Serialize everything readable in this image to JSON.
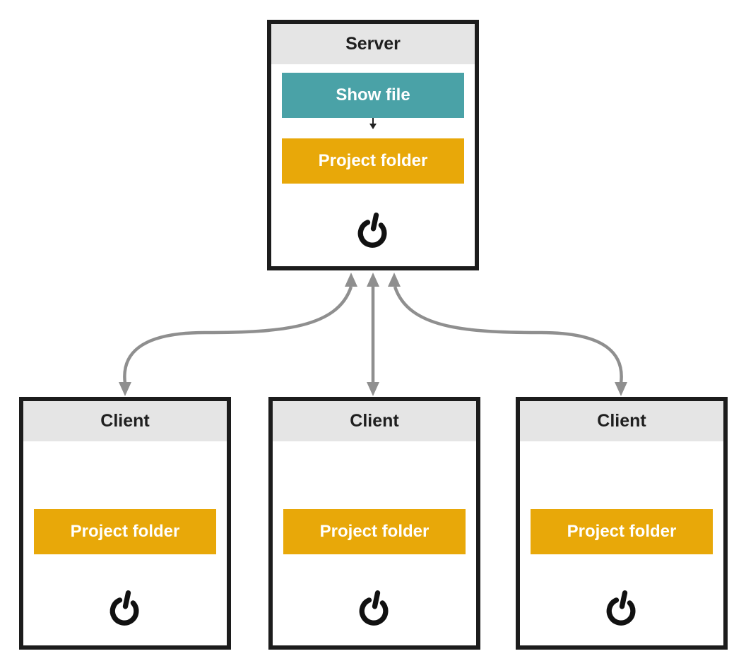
{
  "diagram": {
    "title_implied": "Server-client project folder synchronization",
    "colors": {
      "teal": "#4AA2A7",
      "orange": "#E8A809",
      "header_gray": "#E5E5E5",
      "box_border": "#1C1C1C",
      "arrow_gray": "#8F8F8F",
      "button_text": "#FFFFFF",
      "title_text": "#1F1F1F",
      "icon_black": "#111111"
    },
    "server": {
      "title": "Server",
      "nodes": {
        "show_file": "Show file",
        "project_folder": "Project folder"
      },
      "icon": "power-icon"
    },
    "clients": [
      {
        "title": "Client",
        "nodes": {
          "project_folder": "Project folder"
        },
        "icon": "power-icon"
      },
      {
        "title": "Client",
        "nodes": {
          "project_folder": "Project folder"
        },
        "icon": "power-icon"
      },
      {
        "title": "Client",
        "nodes": {
          "project_folder": "Project folder"
        },
        "icon": "power-icon"
      }
    ],
    "connections": [
      {
        "from": "server",
        "to": "client-1",
        "style": "curved bidirectional arrow"
      },
      {
        "from": "server",
        "to": "client-2",
        "style": "straight bidirectional arrow"
      },
      {
        "from": "server",
        "to": "client-3",
        "style": "curved bidirectional arrow"
      },
      {
        "from": "show-file",
        "to": "project-folder",
        "style": "small down arrow"
      }
    ],
    "icons": {
      "power_icon": "power symbol (ring with stem, slightly tilted)",
      "down_arrow_icon": "small black downward arrow"
    }
  }
}
